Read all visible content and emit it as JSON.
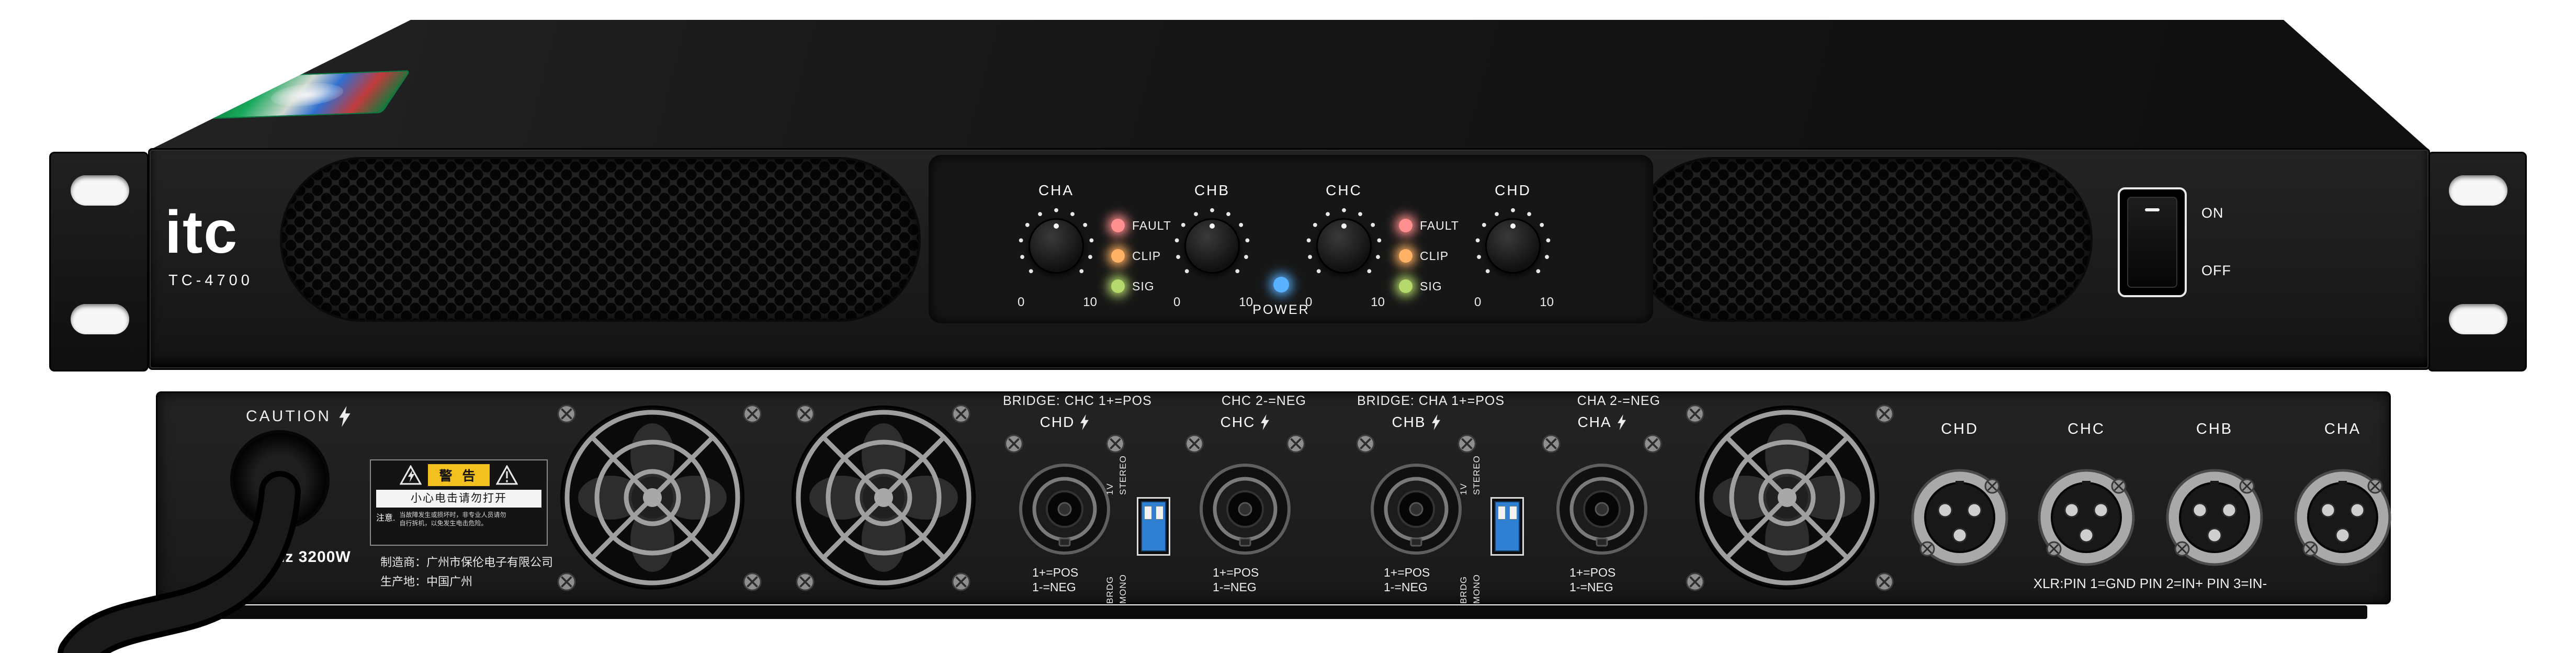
{
  "product": {
    "brand": "itc",
    "model": "TC-4700"
  },
  "front": {
    "channels": [
      "CHA",
      "CHB",
      "CHC",
      "CHD"
    ],
    "knob_scale": {
      "min": "0",
      "max": "10"
    },
    "led_labels": [
      "FAULT",
      "CLIP",
      "SIG"
    ],
    "power_label": "POWER",
    "switch": {
      "on": "ON",
      "off": "OFF"
    },
    "colors": {
      "fault": "#ff8f8f",
      "clip": "#ffb266",
      "sig": "#b6d96e",
      "power": "#5ab1ff"
    }
  },
  "rear": {
    "caution": "CAUTION",
    "power_rating": "0Hz 3200W",
    "manufacturer": {
      "line1": "制造商：广州市保伦电子有限公司",
      "line2": "生产地：中国广州"
    },
    "warning_sticker": {
      "attention": "注意.",
      "title": "警 告",
      "subtitle": "小心电击请勿打开",
      "note1": "当故障发生或损坏时，非专业人员请勿",
      "note2": "自行拆机，以免发生电击危险。",
      "yellow": "#f2c11e"
    },
    "bridge_a": {
      "left": "BRIDGE: CHC 1+=POS",
      "right": "CHC 2-=NEG"
    },
    "bridge_b": {
      "left": "BRIDGE: CHA 1+=POS",
      "right": "CHA 2-=NEG"
    },
    "speakon_channels": [
      "CHD",
      "CHC",
      "CHB",
      "CHA"
    ],
    "speakon_pins": {
      "line1": "1+=POS",
      "line2": "1-=NEG"
    },
    "dip_labels": {
      "up1": "1V",
      "up2": "STEREO",
      "down1": "BRDG",
      "down2": "MONO"
    },
    "dip_color": "#2f7fd2",
    "xlr_channels": [
      "CHD",
      "CHC",
      "CHB",
      "CHA"
    ],
    "xlr_note": "XLR:PIN 1=GND PIN 2=IN+ PIN 3=IN-"
  }
}
